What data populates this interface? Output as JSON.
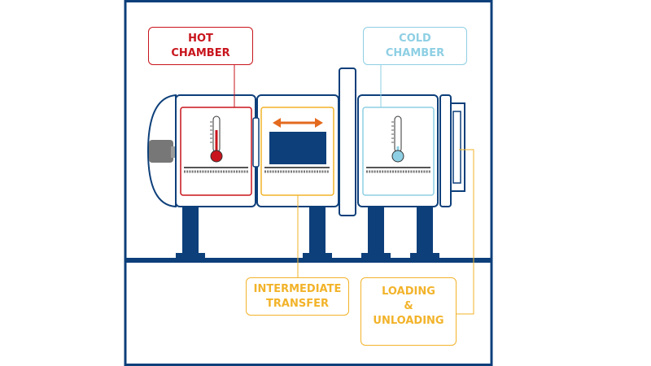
{
  "colors": {
    "frame": "#0d3f7a",
    "hot": "#c8141c",
    "cold": "#8ecfe4",
    "intermediate": "#f2b32a",
    "arrow": "#e46a1e",
    "bed": "#666666"
  },
  "labels": {
    "hot": {
      "line1": "HOT",
      "line2": "CHAMBER"
    },
    "cold": {
      "line1": "COLD",
      "line2": "CHAMBER"
    },
    "intermediate": {
      "line1": "INTERMEDIATE",
      "line2": "TRANSFER"
    },
    "loading": {
      "line1": "LOADING",
      "line2": "&",
      "line3": "UNLOADING"
    }
  },
  "icons": {
    "hot_thermometer": "thermometer-hot-icon",
    "cold_thermometer": "thermometer-cold-icon",
    "transfer_arrow": "double-arrow-icon",
    "loading_arrow": "double-arrow-icon"
  }
}
